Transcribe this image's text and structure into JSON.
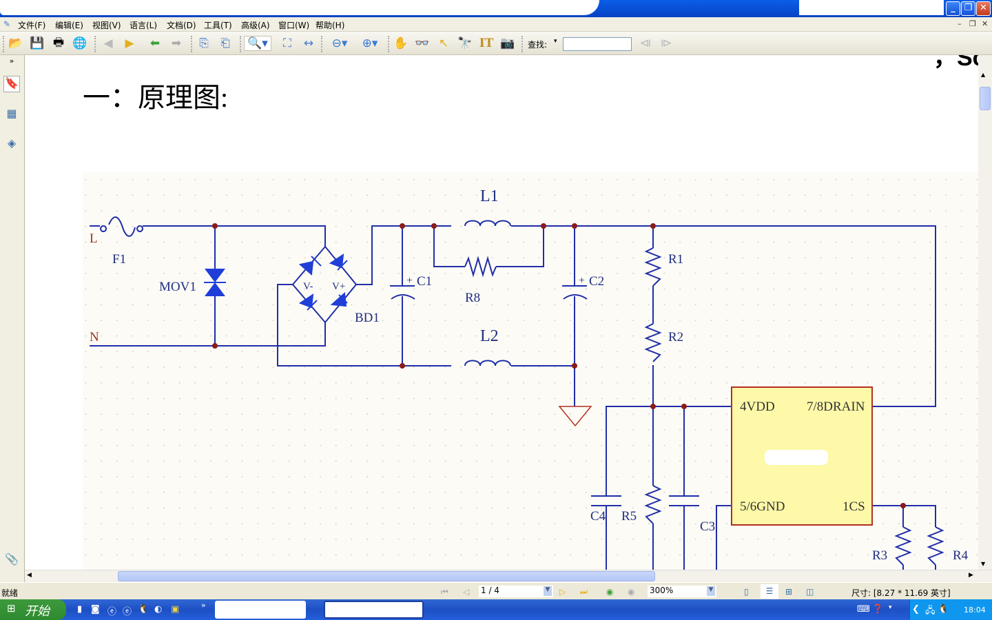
{
  "window": {
    "minimize_icon": "minimize-icon",
    "restore_icon": "restore-icon",
    "close_icon": "close-icon"
  },
  "menu": [
    "文件(F)",
    "编辑(E)",
    "视图(V)",
    "语言(L)",
    "文档(D)",
    "工具(T)",
    "高级(A)",
    "窗口(W)",
    "帮助(H)"
  ],
  "toolbar": {
    "find_label": "查找:",
    "find_value": ""
  },
  "document": {
    "heading": "一：原理图:",
    "top_fragment": "，Sc"
  },
  "schematic": {
    "labels": {
      "L": "L",
      "N": "N",
      "F1": "F1",
      "MOV1": "MOV1",
      "BD1": "BD1",
      "Vminus": "V-",
      "Vplus": "V+",
      "C1": "C1",
      "C2": "C2",
      "L1": "L1",
      "L2": "L2",
      "R8": "R8",
      "R1": "R1",
      "R2": "R2",
      "R3": "R3",
      "R4": "R4",
      "R5": "R5",
      "C3": "C3",
      "C4": "C4",
      "plus": "+"
    },
    "ic": {
      "pin_vdd": "4VDD",
      "pin_drain": "7/8DRAIN",
      "pin_gnd": "5/6GND",
      "pin_cs": "1CS"
    },
    "colors": {
      "wire": "#1f2ea8",
      "component": "#1f2ea8",
      "junction": "#8b1a1a",
      "ic_fill": "#fdf9a8",
      "ic_border": "#b03020",
      "ground": "#b03020",
      "label": "#1f2e80",
      "port": "#a03020"
    }
  },
  "status": {
    "ready": "就绪",
    "page": "1 / 4",
    "zoom": "300%",
    "size": "尺寸: [8.27 * 11.69 英寸]"
  },
  "taskbar": {
    "start": "开始",
    "clock": "18:04"
  }
}
